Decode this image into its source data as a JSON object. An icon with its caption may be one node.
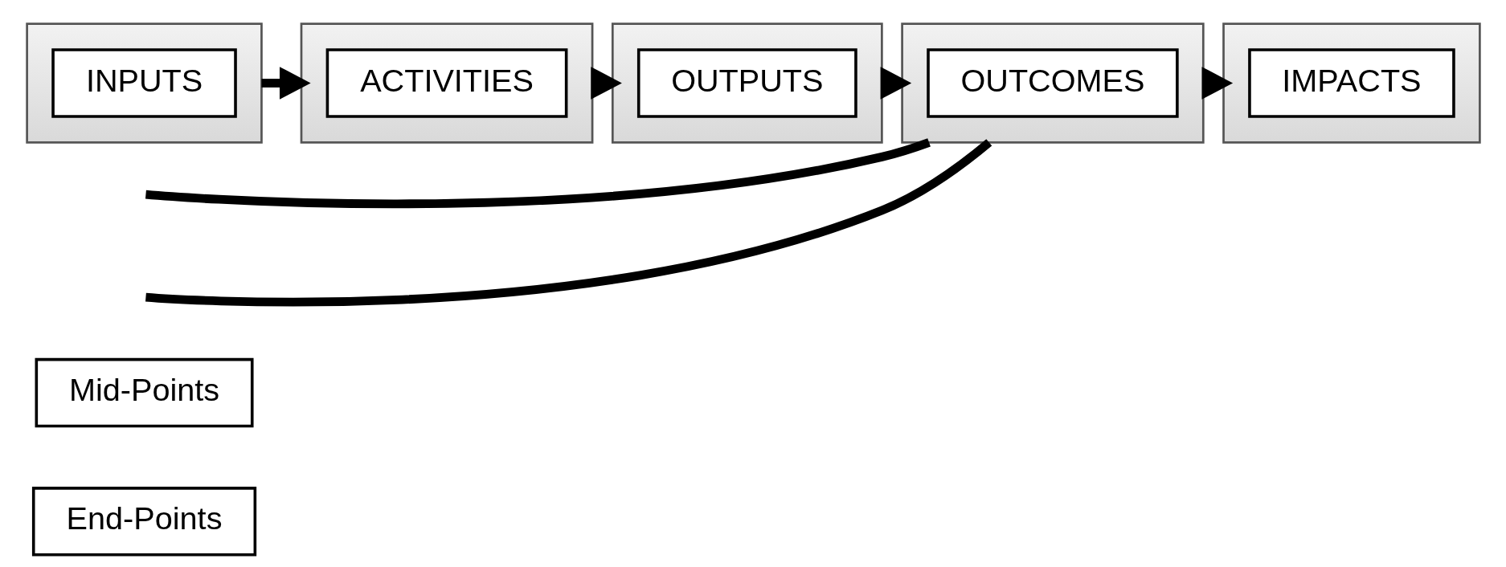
{
  "diagram": {
    "nodes": [
      {
        "text": [
          "End-Points"
        ]
      },
      {
        "text": [
          "Mid-Points"
        ]
      },
      {
        "text": [],
        "shape": "box"
      },
      {
        "text": [
          "INPUTS"
        ],
        "in": 2
      },
      {
        "text": [],
        "shape": "box"
      },
      {
        "text": [
          "ACTIVITIES"
        ],
        "in": 4
      },
      {
        "text": [],
        "shape": "box"
      },
      {
        "text": [
          "OUTPUTS"
        ],
        "in": 6
      },
      {
        "text": [],
        "shape": "box"
      },
      {
        "text": [
          "OUTCOMES"
        ],
        "in": 8
      },
      {
        "text": [],
        "shape": "box"
      },
      {
        "text": [
          "IMPACTS"
        ],
        "in": 10
      }
    ],
    "edges": [
      {
        "from": 2,
        "to": 4,
        "arrow": "to"
      },
      {
        "from": 4,
        "to": 6,
        "arrow": "to"
      },
      {
        "from": 6,
        "to": 8,
        "arrow": "to"
      },
      {
        "from": 8,
        "to": 10,
        "arrow": "to"
      },
      {
        "from": null,
        "to": 8,
        "arrow": "none"
      },
      {
        "from": 8,
        "to": null,
        "arrow": "none"
      }
    ]
  }
}
